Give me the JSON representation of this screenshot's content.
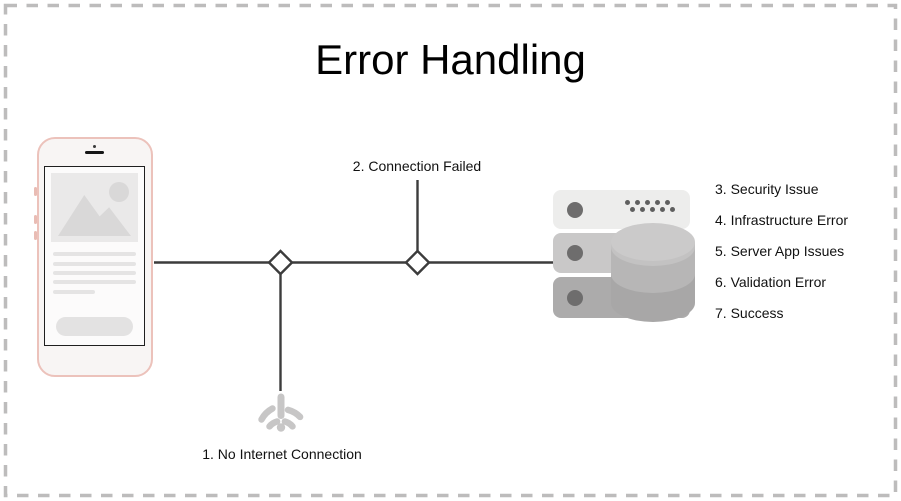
{
  "diagram": {
    "title": "Error Handling",
    "labels": {
      "no_internet": "1. No Internet Connection",
      "connection_failed": "2. Connection Failed"
    },
    "outcomes": [
      {
        "label": "3. Security Issue"
      },
      {
        "label": "4. Infrastructure Error"
      },
      {
        "label": "5. Server App Issues"
      },
      {
        "label": "6. Validation Error"
      },
      {
        "label": "7. Success"
      }
    ],
    "icons": {
      "client": "smartphone-mockup-icon",
      "server": "server-database-icon",
      "failure": "wifi-no-internet-icon",
      "decision": "diamond-connector"
    },
    "colors": {
      "background": "#ffffff",
      "dashed_border": "#bdbcbc",
      "connector_line": "#3c3c3c",
      "phone_frame": "#ecc2bb",
      "placeholder_gray": "#d9d8d8",
      "server_panel_light": "#ededec",
      "server_panel_mid": "#c9c8c8",
      "server_panel_dark": "#acabab",
      "server_knob": "#6e6d6d",
      "db_top": "#cbcaca",
      "db_mid": "#b7b6b6",
      "db_bottom": "#a8a7a7",
      "wifi_gray": "#c7c6c6",
      "text": "#111111"
    }
  }
}
